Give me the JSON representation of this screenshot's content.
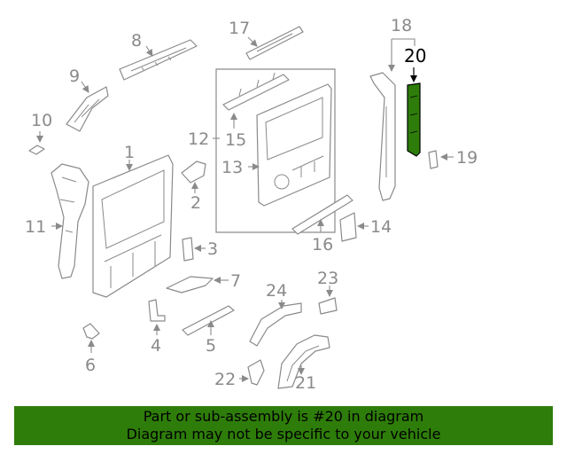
{
  "labels": {
    "l1": "1",
    "l2": "2",
    "l3": "3",
    "l4": "4",
    "l5": "5",
    "l6": "6",
    "l7": "7",
    "l8": "8",
    "l9": "9",
    "l10": "10",
    "l11": "11",
    "l12": "12",
    "l13": "13",
    "l14": "14",
    "l15": "15",
    "l16": "16",
    "l17": "17",
    "l18": "18",
    "l19": "19",
    "l20": "20",
    "l21": "21",
    "l22": "22",
    "l23": "23",
    "l24": "24"
  },
  "highlight": {
    "part_number": "20",
    "color": "#2e7d0a"
  },
  "banner": {
    "line1": "Part or sub-assembly is #20 in diagram",
    "line2": "Diagram may not be specific to your vehicle",
    "background": "#2e7d0a"
  }
}
